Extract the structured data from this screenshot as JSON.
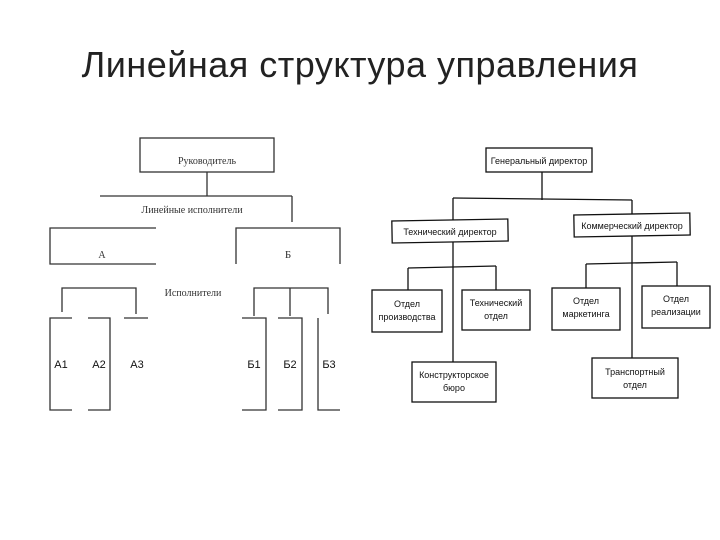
{
  "title": "Линейная структура управления",
  "left_diagram": {
    "head": "Руководитель",
    "line_executors": "Линейные исполнители",
    "group_a": "А",
    "group_b": "Б",
    "executors": "Исполнители",
    "a1": "А1",
    "a2": "А2",
    "a3": "А3",
    "b1": "Б1",
    "b2": "Б2",
    "b3": "Б3"
  },
  "right_diagram": {
    "ceo": "Генеральный директор",
    "tech_director": "Технический директор",
    "commercial_director": "Коммерческий директор",
    "production_line1": "Отдел",
    "production_line2": "производства",
    "technical_line1": "Технический",
    "technical_line2": "отдел",
    "design_line1": "Конструкторское",
    "design_line2": "бюро",
    "marketing_line1": "Отдел",
    "marketing_line2": "маркетинга",
    "sales_line1": "Отдел",
    "sales_line2": "реализации",
    "transport_line1": "Транспортный",
    "transport_line2": "отдел"
  }
}
